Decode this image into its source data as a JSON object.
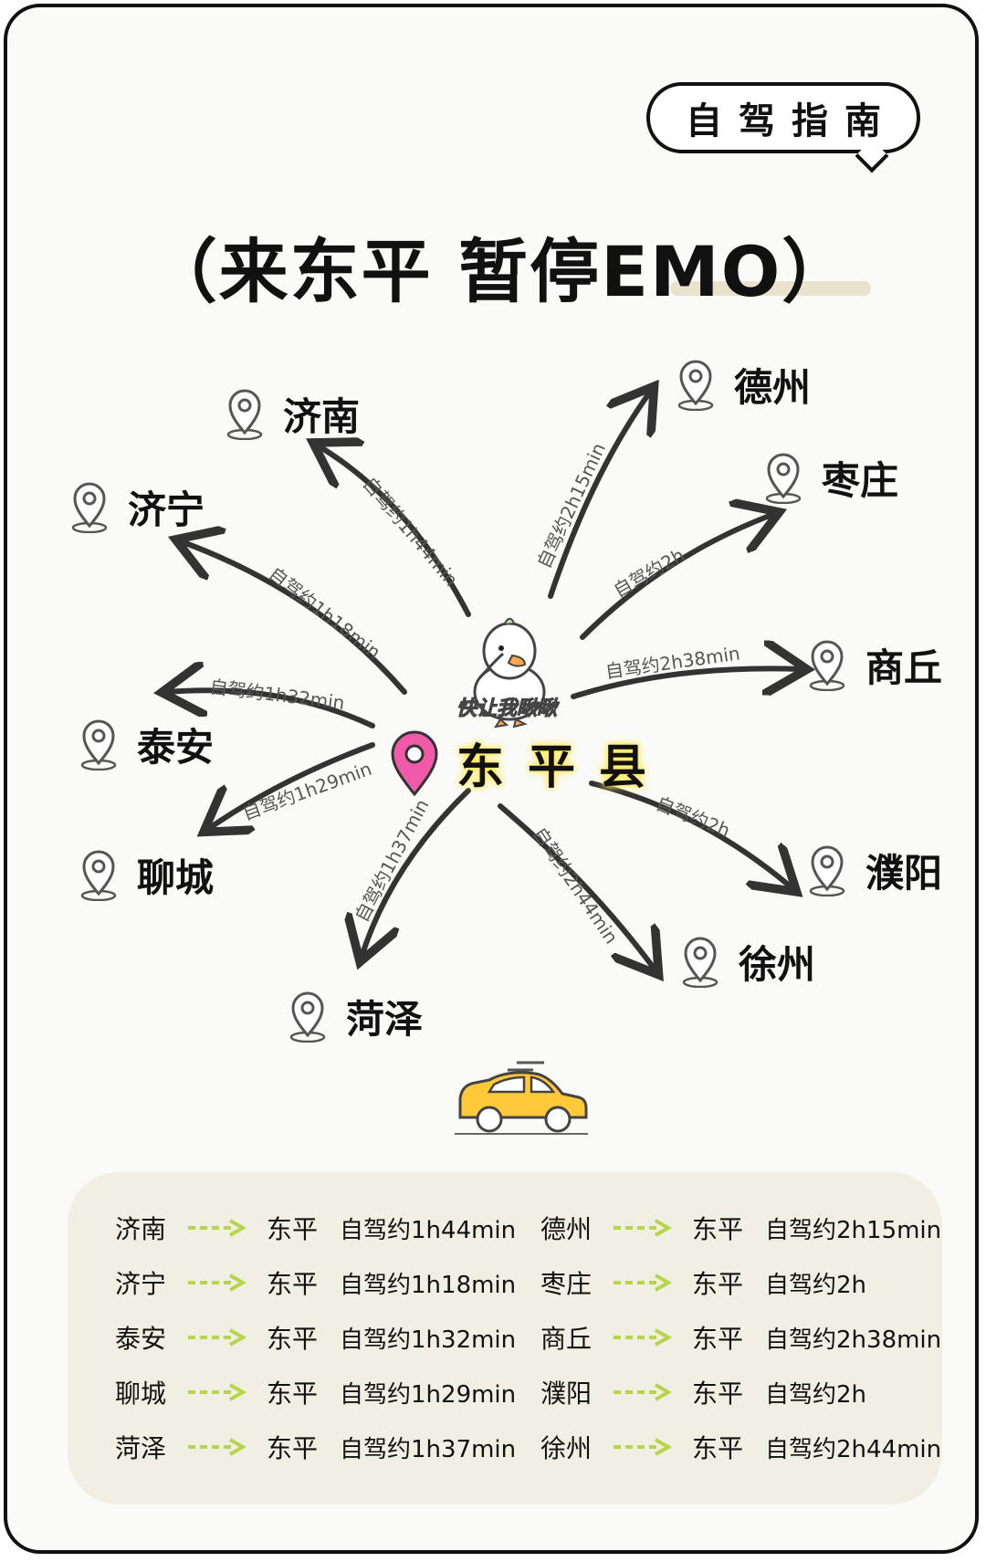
{
  "badge": "自驾指南",
  "title": "（来东平 暂停EMO）",
  "center": {
    "name": "东平县",
    "mascot_caption": "快让我瞅瞅"
  },
  "routes": [
    {
      "city": "济南",
      "label": "自驾约1h44min"
    },
    {
      "city": "德州",
      "label": "自驾约2h15min"
    },
    {
      "city": "济宁",
      "label": "自驾约1h18min"
    },
    {
      "city": "枣庄",
      "label": "自驾约2h"
    },
    {
      "city": "商丘",
      "label": "自驾约2h38min"
    },
    {
      "city": "泰安",
      "label": "自驾约1h32min"
    },
    {
      "city": "聊城",
      "label": "自驾约1h29min"
    },
    {
      "city": "濮阳",
      "label": "自驾约2h"
    },
    {
      "city": "菏泽",
      "label": "自驾约1h37min"
    },
    {
      "city": "徐州",
      "label": "自驾约2h44min"
    }
  ],
  "table": {
    "left": [
      {
        "from": "济南",
        "to": "东平",
        "time": "自驾约1h44min"
      },
      {
        "from": "济宁",
        "to": "东平",
        "time": "自驾约1h18min"
      },
      {
        "from": "泰安",
        "to": "东平",
        "time": "自驾约1h32min"
      },
      {
        "from": "聊城",
        "to": "东平",
        "time": "自驾约1h29min"
      },
      {
        "from": "菏泽",
        "to": "东平",
        "time": "自驾约1h37min"
      }
    ],
    "right": [
      {
        "from": "德州",
        "to": "东平",
        "time": "自驾约2h15min"
      },
      {
        "from": "枣庄",
        "to": "东平",
        "time": "自驾约2h"
      },
      {
        "from": "商丘",
        "to": "东平",
        "time": "自驾约2h38min"
      },
      {
        "from": "濮阳",
        "to": "东平",
        "time": "自驾约2h"
      },
      {
        "from": "徐州",
        "to": "东平",
        "time": "自驾约2h44min"
      }
    ]
  },
  "colors": {
    "pin": "#f15aa8",
    "highlight": "#ffe84a",
    "car": "#ffc93a",
    "arrow_green": "#b6d64a",
    "panel": "#f1efe3"
  }
}
